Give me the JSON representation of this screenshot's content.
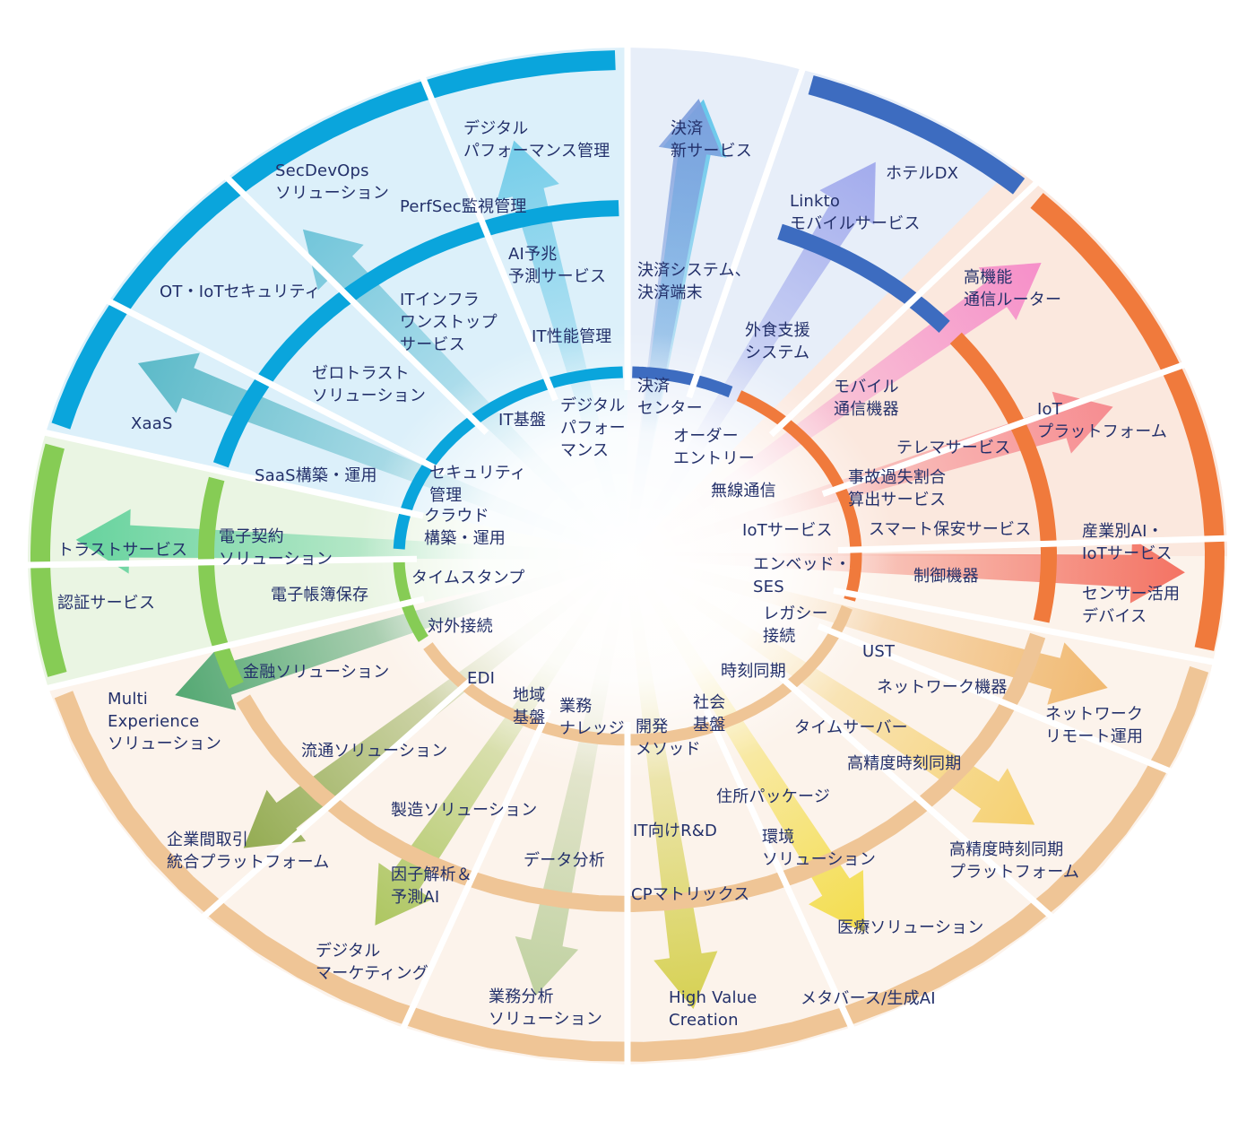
{
  "colors": {
    "blue_arc": "#0aa5dc",
    "navy_arc": "#3d6cc0",
    "orange_arc": "#f07a3c",
    "peach_arc": "#efc596",
    "green_arc": "#86cc55",
    "text": "#23306a"
  },
  "center_labels": [
    {
      "name": "label-digital-performance",
      "text": "デジタル\nパフォー\nマンス"
    },
    {
      "name": "label-it-kiban",
      "text": "IT基盤"
    },
    {
      "name": "label-security-kanri",
      "text": "セキュリティ\n管理"
    },
    {
      "name": "label-cloud",
      "text": "クラウド\n構築・運用"
    },
    {
      "name": "label-timestamp",
      "text": "タイムスタンプ"
    },
    {
      "name": "label-taigai-setsuzoku",
      "text": "対外接続"
    },
    {
      "name": "label-edi",
      "text": "EDI"
    },
    {
      "name": "label-chiiki-kiban",
      "text": "地域\n基盤"
    },
    {
      "name": "label-gyomu-knowledge",
      "text": "業務\nナレッジ"
    },
    {
      "name": "label-kaihatsu-method",
      "text": "開発\nメソッド"
    },
    {
      "name": "label-shakai-kiban",
      "text": "社会\n基盤"
    },
    {
      "name": "label-jikoku-doki",
      "text": "時刻同期"
    },
    {
      "name": "label-legacy",
      "text": "レガシー\n接続"
    },
    {
      "name": "label-embedded",
      "text": "エンベッド・\nSES"
    },
    {
      "name": "label-iot-service",
      "text": "IoTサービス"
    },
    {
      "name": "label-musen",
      "text": "無線通信"
    },
    {
      "name": "label-order-entry",
      "text": "オーダー\nエントリー"
    },
    {
      "name": "label-kessai-center",
      "text": "決済\nセンター"
    }
  ],
  "middle_labels": [
    {
      "name": "label-ai-yocho",
      "text": "AI予兆\n予測サービス"
    },
    {
      "name": "label-it-seino",
      "text": "IT性能管理"
    },
    {
      "name": "label-it-infra",
      "text": "ITインフラ\nワンストップ\nサービス"
    },
    {
      "name": "label-zero-trust",
      "text": "ゼロトラスト\nソリューション"
    },
    {
      "name": "label-saas",
      "text": "SaaS構築・運用"
    },
    {
      "name": "label-denshi-keiyaku",
      "text": "電子契約\nソリューション"
    },
    {
      "name": "label-denshi-chobo",
      "text": "電子帳簿保存"
    },
    {
      "name": "label-kinyu",
      "text": "金融ソリューション"
    },
    {
      "name": "label-ryutsu",
      "text": "流通ソリューション"
    },
    {
      "name": "label-seizo",
      "text": "製造ソリューション"
    },
    {
      "name": "label-data-bunseki",
      "text": "データ分析"
    },
    {
      "name": "label-it-rd",
      "text": "IT向けR&D"
    },
    {
      "name": "label-cp-matrix",
      "text": "CPマトリックス"
    },
    {
      "name": "label-jusho-package",
      "text": "住所パッケージ"
    },
    {
      "name": "label-kankyo",
      "text": "環境\nソリューション"
    },
    {
      "name": "label-time-server",
      "text": "タイムサーバー"
    },
    {
      "name": "label-koseido-doki",
      "text": "高精度時刻同期"
    },
    {
      "name": "label-ust",
      "text": "UST"
    },
    {
      "name": "label-network-kiki",
      "text": "ネットワーク機器"
    },
    {
      "name": "label-seigyo-kiki",
      "text": "制御機器"
    },
    {
      "name": "label-smart-hoan",
      "text": "スマート保安サービス"
    },
    {
      "name": "label-jiko-kashitsu",
      "text": "事故過失割合\n算出サービス"
    },
    {
      "name": "label-telema",
      "text": "テレマサービス"
    },
    {
      "name": "label-mobile-tsushin",
      "text": "モバイル\n通信機器"
    },
    {
      "name": "label-gaishoku",
      "text": "外食支援\nシステム"
    },
    {
      "name": "label-kessai-system",
      "text": "決済システム、\n決済端末"
    }
  ],
  "outer_labels": [
    {
      "name": "label-digital-perf-kanri",
      "text": "デジタル\nパフォーマンス管理"
    },
    {
      "name": "label-perfsec",
      "text": "PerfSec監視管理"
    },
    {
      "name": "label-secdevops",
      "text": "SecDevOps\nソリューション"
    },
    {
      "name": "label-ot-iot-security",
      "text": "OT・IoTセキュリティ"
    },
    {
      "name": "label-xaas",
      "text": "XaaS"
    },
    {
      "name": "label-trust-service",
      "text": "トラストサービス"
    },
    {
      "name": "label-ninsho",
      "text": "認証サービス"
    },
    {
      "name": "label-multi-experience",
      "text": "Multi\nExperience\nソリューション"
    },
    {
      "name": "label-kigyokan",
      "text": "企業間取引\n統合プラットフォーム"
    },
    {
      "name": "label-inshi-kaiseki",
      "text": "因子解析＆\n予測AI"
    },
    {
      "name": "label-digital-marketing",
      "text": "デジタル\nマーケティング"
    },
    {
      "name": "label-gyomu-bunseki",
      "text": "業務分析\nソリューション"
    },
    {
      "name": "label-high-value",
      "text": "High Value\nCreation"
    },
    {
      "name": "label-metaverse",
      "text": "メタバース/生成AI"
    },
    {
      "name": "label-iryo",
      "text": "医療ソリューション"
    },
    {
      "name": "label-koseido-platform",
      "text": "高精度時刻同期\nプラットフォーム"
    },
    {
      "name": "label-network-remote",
      "text": "ネットワーク\nリモート運用"
    },
    {
      "name": "label-sensor",
      "text": "センサー活用\nデバイス"
    },
    {
      "name": "label-sangyo-ai",
      "text": "産業別AI・\nIoTサービス"
    },
    {
      "name": "label-iot-platform",
      "text": "IoT\nプラットフォーム"
    },
    {
      "name": "label-koukinou-router",
      "text": "高機能\n通信ルーター"
    },
    {
      "name": "label-hotel-dx",
      "text": "ホテルDX"
    },
    {
      "name": "label-linkto",
      "text": "Linkto\nモバイルサービス"
    },
    {
      "name": "label-kessai-shin",
      "text": "決済\n新サービス"
    }
  ]
}
